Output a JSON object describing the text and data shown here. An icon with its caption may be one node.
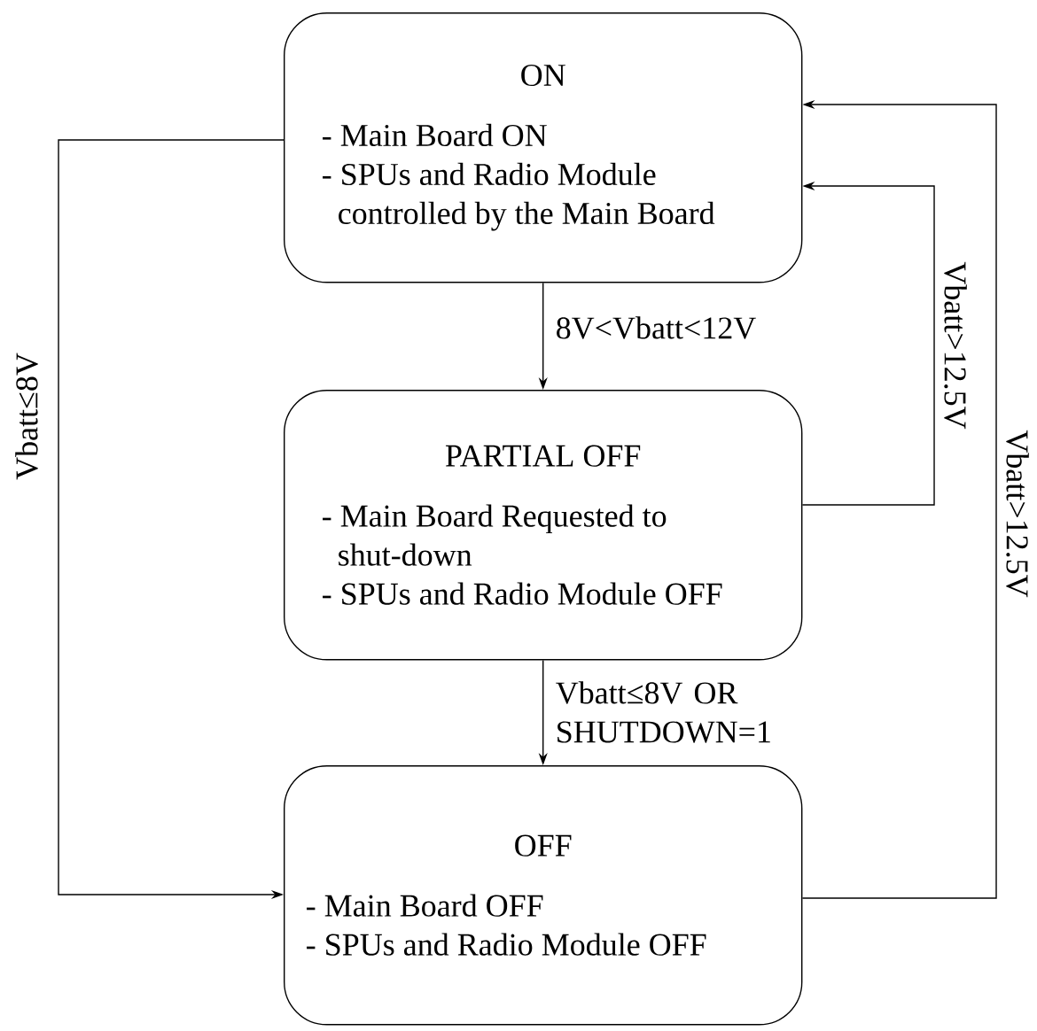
{
  "diagram": {
    "nodes": [
      {
        "text": [
          "ON",
          "- Main Board ON",
          "- SPUs and Radio Module controlled by the Main Board"
        ]
      },
      {
        "text": [
          "PARTIAL OFF",
          "- Main Board Requested to shut-down",
          "- SPUs and Radio Module OFF"
        ]
      },
      {
        "text": [
          "OFF",
          "- Main Board OFF",
          "- SPUs and Radio Module OFF"
        ]
      }
    ],
    "edges": [
      {
        "from": 0,
        "to": 1,
        "arrow": "to",
        "label": "8V<Vbatt<12V"
      },
      {
        "from": 1,
        "to": 2,
        "arrow": "to",
        "label": "Vbatt≤8V OR SHUTDOWN=1"
      },
      {
        "from": 1,
        "to": 0,
        "arrow": "to",
        "label": "Vbatt>12.5V"
      },
      {
        "from": 2,
        "to": 0,
        "arrow": "to",
        "label": "Vbatt>12.5V"
      },
      {
        "from": 0,
        "to": 2,
        "arrow": "to",
        "label": "Vbatt≤8V"
      }
    ]
  }
}
